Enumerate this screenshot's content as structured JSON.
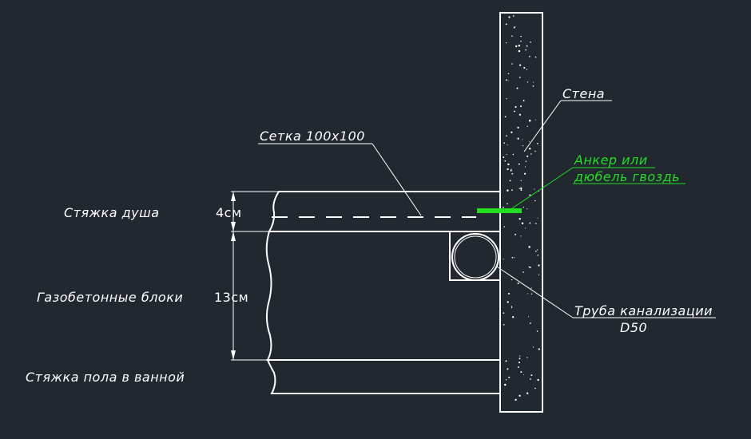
{
  "labels": {
    "wall": "Стена",
    "mesh": "Сетка 100х100",
    "anchor_line1": "Анкер или",
    "anchor_line2": "дюбель гвоздь",
    "pipe_line1": "Труба канализации",
    "pipe_line2": "D50",
    "shower_screed": "Стяжка душа",
    "gas_blocks": "Газобетонные блоки",
    "floor_screed": "Стяжка пола в ванной"
  },
  "dimensions": {
    "screed_thickness": "4см",
    "blocks_thickness": "13см"
  },
  "colors": {
    "background": "#212830",
    "lines": "#ffffff",
    "anchor": "#22dd22"
  }
}
